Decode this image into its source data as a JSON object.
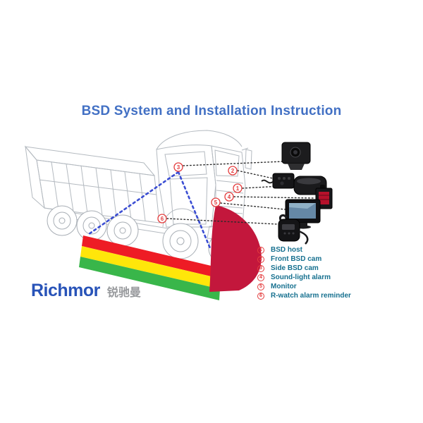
{
  "title": {
    "text": "BSD System and Installation Instruction",
    "color": "#4270c4"
  },
  "logo": {
    "brand": "Richmor",
    "brand_cn": "锐驰曼",
    "brand_color": "#2853b8",
    "cn_color": "#97999c"
  },
  "legend": {
    "number_color": "#e43d3e",
    "label_color": "#16708f",
    "items": [
      {
        "num": "1",
        "label": "BSD host"
      },
      {
        "num": "2",
        "label": "Front BSD cam"
      },
      {
        "num": "3",
        "label": "Side BSD cam"
      },
      {
        "num": "4",
        "label": "Sound-light alarm"
      },
      {
        "num": "5",
        "label": "Monitor"
      },
      {
        "num": "6",
        "label": "R-watch alarm reminder"
      }
    ]
  },
  "markers": [
    {
      "num": "1"
    },
    {
      "num": "2"
    },
    {
      "num": "3"
    },
    {
      "num": "4"
    },
    {
      "num": "5"
    },
    {
      "num": "6"
    }
  ],
  "zones": {
    "front_zone_color": "#c3173c",
    "side_beam_colors": [
      "#ee1c25",
      "#ffe60a",
      "#39b64a"
    ],
    "fov_line_color": "#2b3fd0"
  },
  "devices": [
    "side-bsd-camera",
    "front-bsd-camera",
    "bsd-host",
    "sound-light-alarm",
    "monitor",
    "r-watch-reminder"
  ]
}
